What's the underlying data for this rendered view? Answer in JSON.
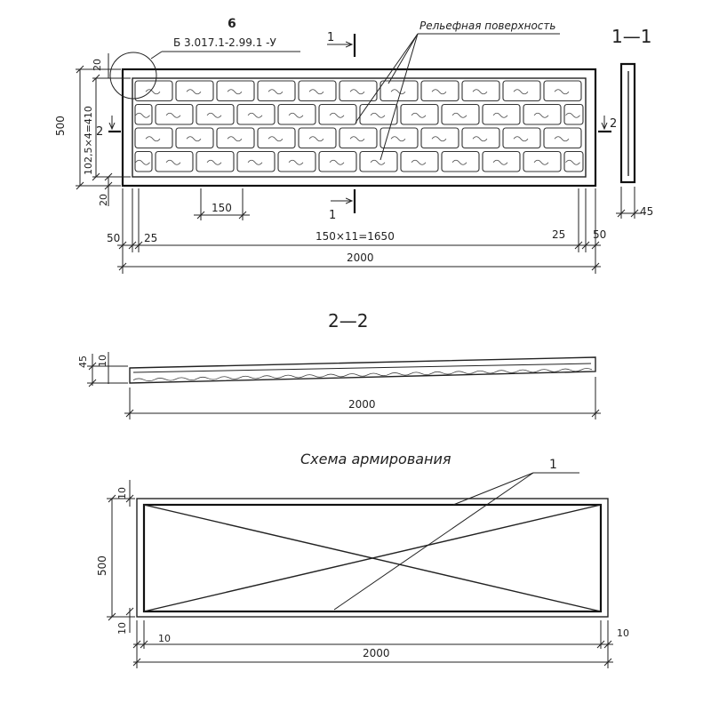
{
  "view_main": {
    "callout_number": "6",
    "callout_ref": "Б 3.017.1-2.99.1 -У",
    "relief_label": "Рельефная поверхность",
    "section_1_mark": "1",
    "section_2_mark": "2",
    "dim_height": "500",
    "dim_inner": "102,5×4=410",
    "dim_top": "20",
    "dim_bottom": "20",
    "dim_brick": "150",
    "dim_bricks_total": "150×11=1650",
    "dim_left_50": "50",
    "dim_left_25": "25",
    "dim_right_25": "25",
    "dim_right_50": "50",
    "dim_length": "2000"
  },
  "view_section_11": {
    "title": "1—1",
    "dim_thickness": "45"
  },
  "view_section_22": {
    "title": "2—2",
    "dim_thickness": "45",
    "dim_cover": "10",
    "dim_length": "2000"
  },
  "view_reinforcement": {
    "title": "Схема армирования",
    "leader_number": "1",
    "dim_height": "500",
    "dim_top": "10",
    "dim_bottom": "10",
    "dim_left": "10",
    "dim_right": "10",
    "dim_length": "2000"
  }
}
